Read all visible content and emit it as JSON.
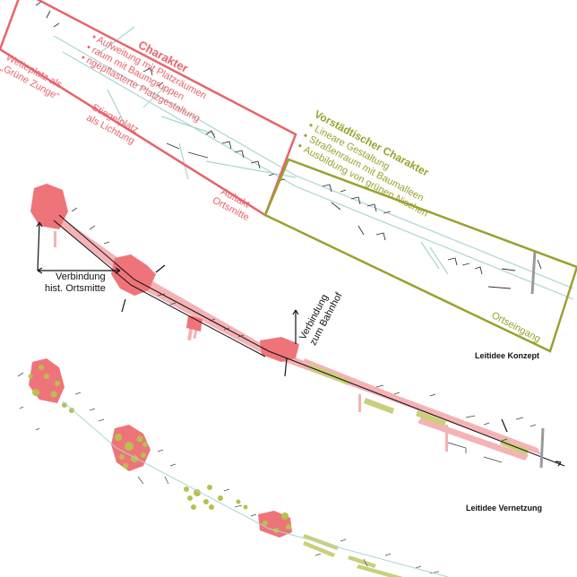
{
  "red_zone": {
    "heading": "Charakter",
    "bullets": [
      "Aufweitung mit Platzräumen",
      "raum mit Baumgruppen",
      "ngepflasterte Platzgestaltung"
    ],
    "labels": {
      "wetteplatz_line1": "Wetteplatz als",
      "wetteplatz_line2": "„Grüne Zunge“",
      "stiegelplatz_line1": "Stiegelplatz",
      "stiegelplatz_line2": "als Lichtung",
      "auftakt_line1": "Auftakt",
      "auftakt_line2": "Ortsmitte"
    },
    "color": "#e8636a"
  },
  "olive_zone": {
    "heading": "Vorstädtischer Charakter",
    "bullets": [
      "Lineare Gestaltung",
      "Straßenraum mit Baumalleen",
      "Ausbildung von grünen Nischen"
    ],
    "ortseingang": "Ortseingang",
    "color": "#9aa12e"
  },
  "concept": {
    "title": "Leitidee Konzept",
    "verbindung_ortsmitte_line1": "Verbindung",
    "verbindung_ortsmitte_line2": "hist. Ortsmitte",
    "verbindung_bahnhof_line1": "Verbindung",
    "verbindung_bahnhof_line2": "zum Bahnhof"
  },
  "network": {
    "title": "Leitidee Vernetzung"
  },
  "colors": {
    "plaza": "#ef7479",
    "pink_band": "#f4b3b5",
    "green": "#b8c04e",
    "street_line": "#a9d6cf",
    "building": "#333333",
    "gray_bar": "#9a9a9a"
  }
}
